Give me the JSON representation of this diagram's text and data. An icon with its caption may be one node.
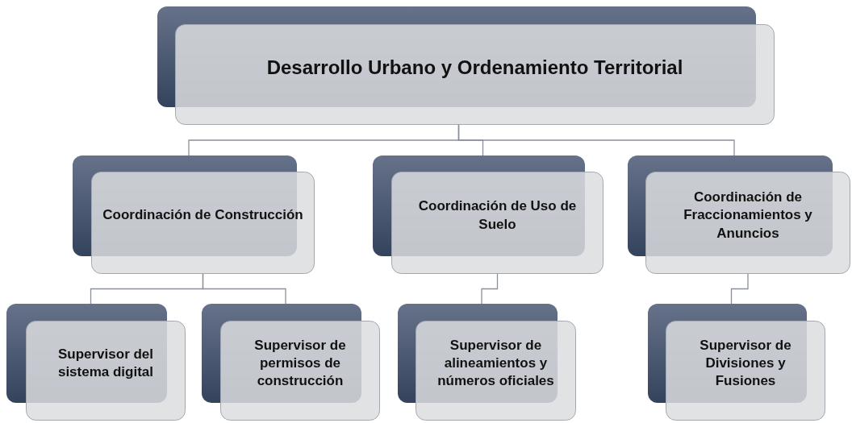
{
  "diagram": {
    "nodes": [
      {
        "text": [
          "Desarrollo Urbano y Ordenamiento Territorial"
        ]
      },
      {
        "text": [
          "Coordinación de Construcción"
        ]
      },
      {
        "text": [
          "Coordinación de Uso de Suelo"
        ]
      },
      {
        "text": [
          "Coordinación de Fraccionamientos y Anuncios"
        ]
      },
      {
        "text": [
          "Supervisor del sistema digital"
        ]
      },
      {
        "text": [
          "Supervisor de permisos de construcción"
        ]
      },
      {
        "text": [
          "Supervisor de alineamientos y números oficiales"
        ]
      },
      {
        "text": [
          "Supervisor de Divisiones y Fusiones"
        ]
      }
    ],
    "edges": [
      {
        "from": 0,
        "to": 1,
        "arrow": "none"
      },
      {
        "from": 0,
        "to": 2,
        "arrow": "none"
      },
      {
        "from": 0,
        "to": 3,
        "arrow": "none"
      },
      {
        "from": 1,
        "to": 4,
        "arrow": "none"
      },
      {
        "from": 1,
        "to": 5,
        "arrow": "none"
      },
      {
        "from": 2,
        "to": 6,
        "arrow": "none"
      },
      {
        "from": 3,
        "to": 7,
        "arrow": "none"
      }
    ]
  }
}
